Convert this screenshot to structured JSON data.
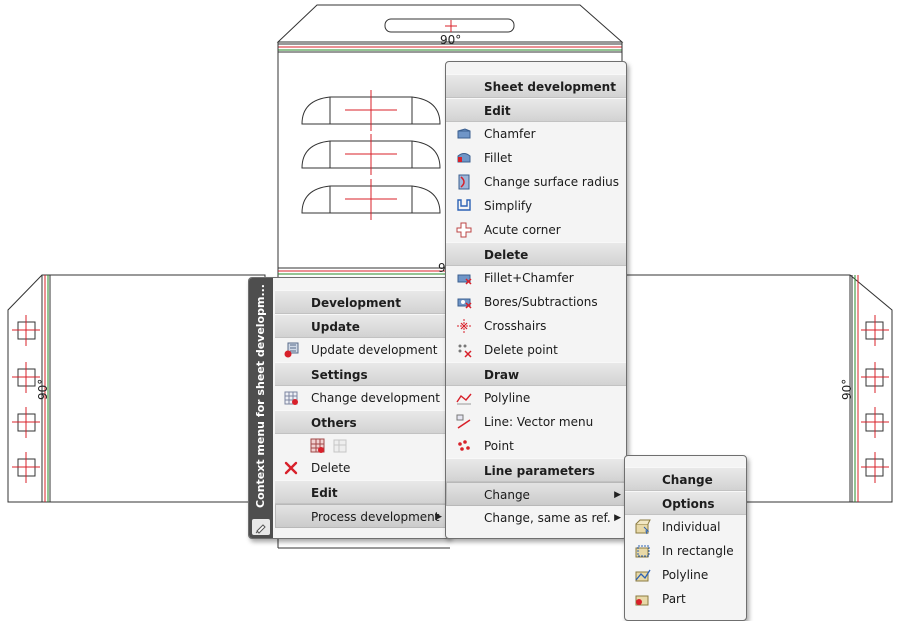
{
  "drawing": {
    "angle_top": "90°",
    "angle_left": "90°",
    "angle_right": "90°",
    "angle_center_fragment": "9"
  },
  "context_menu": {
    "side_title": "Context menu for sheet developm...",
    "sections": [
      {
        "header": "Development"
      },
      {
        "header": "Update",
        "items": [
          {
            "label": "Update development",
            "icon": "update-development-icon"
          }
        ]
      },
      {
        "header": "Settings",
        "items": [
          {
            "label": "Change development",
            "icon": "change-development-icon"
          }
        ]
      },
      {
        "header": "Others",
        "items": [
          {
            "label": "Delete",
            "icon": "delete-x-icon"
          }
        ]
      },
      {
        "header": "Edit",
        "items": [
          {
            "label": "Process development",
            "icon": "",
            "submenu": true
          }
        ]
      }
    ]
  },
  "sheet_menu": {
    "title": "Sheet development",
    "sections": [
      {
        "header": "Edit",
        "items": [
          {
            "label": "Chamfer",
            "icon": "chamfer-icon"
          },
          {
            "label": "Fillet",
            "icon": "fillet-icon"
          },
          {
            "label": "Change surface radius",
            "icon": "surface-radius-icon"
          },
          {
            "label": "Simplify",
            "icon": "simplify-icon"
          },
          {
            "label": "Acute corner",
            "icon": "acute-corner-icon"
          }
        ]
      },
      {
        "header": "Delete",
        "items": [
          {
            "label": "Fillet+Chamfer",
            "icon": "fillet-chamfer-icon"
          },
          {
            "label": "Bores/Subtractions",
            "icon": "bores-icon"
          },
          {
            "label": "Crosshairs",
            "icon": "crosshairs-icon"
          },
          {
            "label": "Delete point",
            "icon": "delete-point-icon"
          }
        ]
      },
      {
        "header": "Draw",
        "items": [
          {
            "label": "Polyline",
            "icon": "polyline-icon"
          },
          {
            "label": "Line: Vector menu",
            "icon": "vector-line-icon"
          },
          {
            "label": "Point",
            "icon": "point-icon"
          }
        ]
      },
      {
        "header": "Line parameters",
        "items": [
          {
            "label": "Change",
            "icon": "",
            "submenu": true,
            "highlighted": true
          },
          {
            "label": "Change, same as ref.",
            "icon": "",
            "submenu": true
          }
        ]
      }
    ]
  },
  "change_menu": {
    "sections": [
      {
        "header": "Change"
      },
      {
        "header": "Options",
        "items": [
          {
            "label": "Individual",
            "icon": "individual-icon"
          },
          {
            "label": "In rectangle",
            "icon": "in-rectangle-icon"
          },
          {
            "label": "Polyline",
            "icon": "polyline-option-icon"
          },
          {
            "label": "Part",
            "icon": "part-icon"
          }
        ]
      }
    ]
  },
  "colors": {
    "line": "#333333",
    "red": "#d8202a",
    "green": "#2a8a2a",
    "menu_bg": "#f4f4f4",
    "side_bar": "#4e4e4e"
  }
}
